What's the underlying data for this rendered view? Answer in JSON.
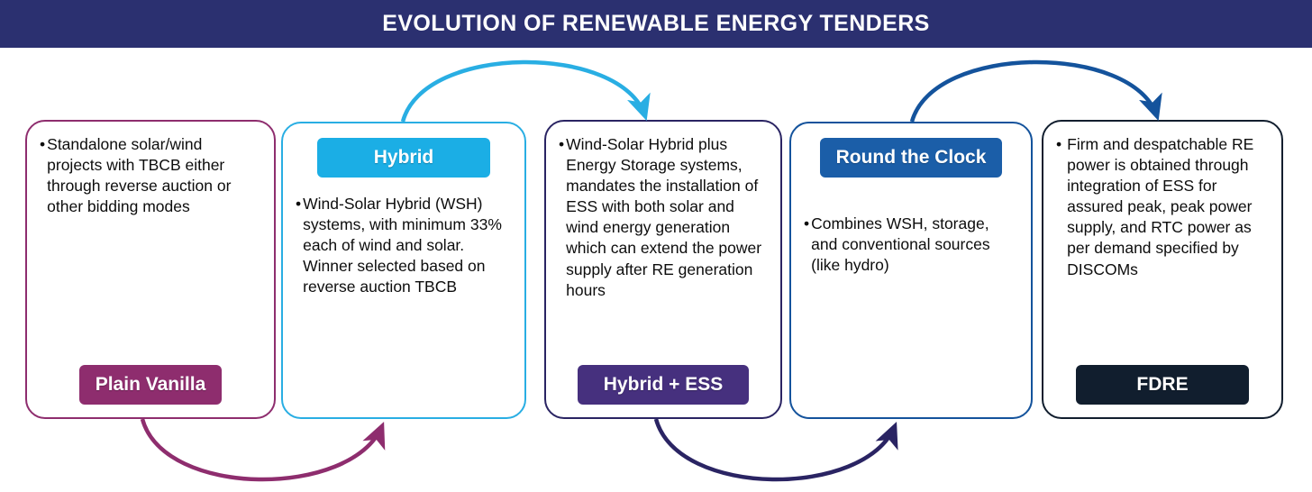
{
  "header": {
    "title": "EVOLUTION OF RENEWABLE ENERGY TENDERS",
    "bg_color": "#2B3070",
    "text_color": "#FFFFFF"
  },
  "cards": [
    {
      "id": "plain-vanilla",
      "chip_label": "Plain Vanilla",
      "chip_position": "bottom",
      "chip_color": "#8E2D6E",
      "border_color": "#8E2D6E",
      "bullet": "•",
      "body": "Standalone solar/wind projects with TBCB either through reverse auction or other bidding modes"
    },
    {
      "id": "hybrid",
      "chip_label": "Hybrid",
      "chip_position": "top",
      "chip_color": "#1BAEE5",
      "border_color": "#29AEE3",
      "bullet": "•",
      "body": "Wind-Solar Hybrid (WSH) systems, with minimum 33% each of wind and solar. Winner selected based on reverse auction TBCB"
    },
    {
      "id": "hybrid-plus-ess",
      "chip_label": "Hybrid + ESS",
      "chip_position": "bottom",
      "chip_color": "#46307E",
      "border_color": "#2A2463",
      "bullet": "•",
      "body": "Wind-Solar Hybrid plus Energy Storage systems, mandates the installation of ESS with both solar and wind energy generation which can extend the power supply after RE generation hours"
    },
    {
      "id": "round-the-clock",
      "chip_label": "Round the Clock",
      "chip_position": "top",
      "chip_color": "#1B5EA8",
      "border_color": "#14539C",
      "bullet": "•",
      "body": "Combines WSH, storage, and conventional sources (like hydro)"
    },
    {
      "id": "fdre",
      "chip_label": "FDRE",
      "chip_position": "bottom",
      "chip_color": "#111E2E",
      "border_color": "#111E2E",
      "bullet": "•",
      "body": "Firm and despatchable RE power is obtained through integration of ESS for assured peak, peak power supply, and RTC power as per demand specified by DISCOMs"
    }
  ],
  "arrows": [
    {
      "id": "arrow-plain-vanilla-to-hybrid",
      "color": "#8E2D6E",
      "position": "bottom",
      "from": "plain-vanilla",
      "to": "hybrid"
    },
    {
      "id": "arrow-hybrid-to-hybrid-ess",
      "color": "#29AEE3",
      "position": "top",
      "from": "hybrid",
      "to": "hybrid-plus-ess"
    },
    {
      "id": "arrow-hybrid-ess-to-rtc",
      "color": "#2A2463",
      "position": "bottom",
      "from": "hybrid-plus-ess",
      "to": "round-the-clock"
    },
    {
      "id": "arrow-rtc-to-fdre",
      "color": "#14539C",
      "position": "top",
      "from": "round-the-clock",
      "to": "fdre"
    }
  ]
}
